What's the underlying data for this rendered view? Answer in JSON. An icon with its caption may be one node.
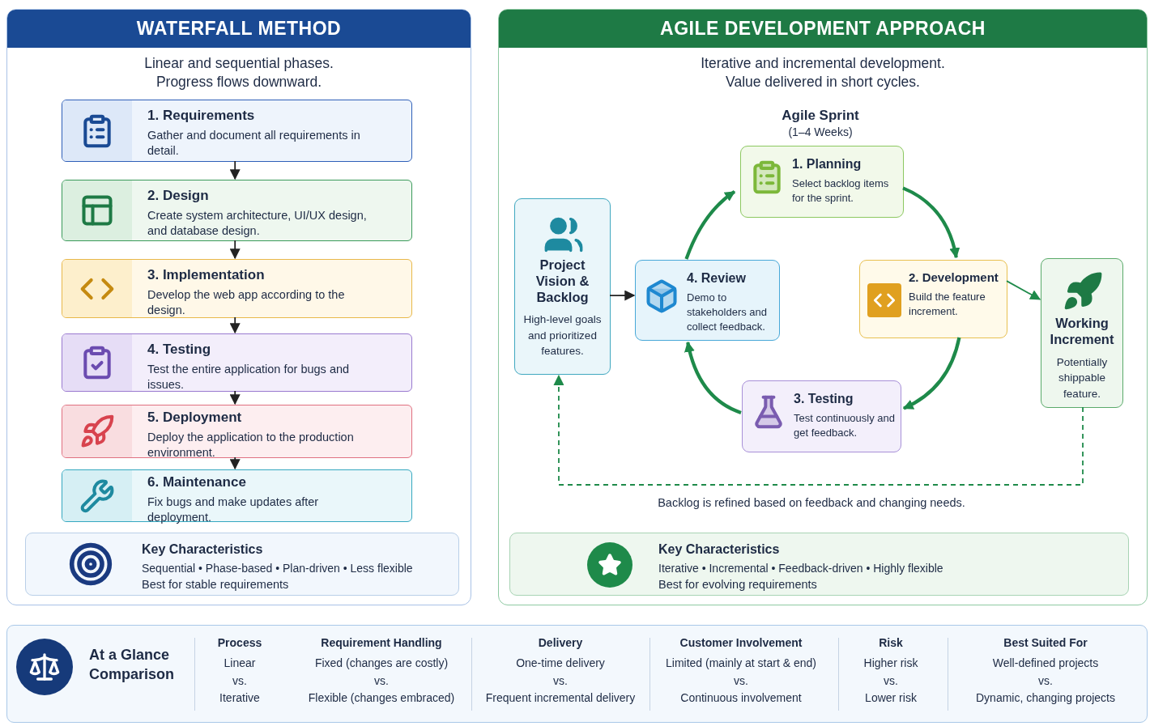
{
  "diagram": {
    "nodes": [
      {
        "text": [
          "WATERFALL METHOD",
          "Linear and sequential phases. Progress flows downward."
        ]
      },
      {
        "text": [
          "1. Requirements",
          "Gather and document all requirements in detail."
        ],
        "in": 0
      },
      {
        "text": [
          "2. Design",
          "Create system architecture, UI/UX design, and database design."
        ],
        "in": 0
      },
      {
        "text": [
          "3. Implementation",
          "Develop the web app according to the design."
        ],
        "in": 0
      },
      {
        "text": [
          "4. Testing",
          "Test the entire application for bugs and issues."
        ],
        "in": 0
      },
      {
        "text": [
          "5. Deployment",
          "Deploy the application to the production environment."
        ],
        "in": 0
      },
      {
        "text": [
          "6. Maintenance",
          "Fix bugs and make updates after deployment."
        ],
        "in": 0
      },
      {
        "text": [
          "Key Characteristics",
          "Sequential • Phase-based • Plan-driven • Less flexible",
          "Best for stable requirements"
        ],
        "in": 0
      },
      {
        "text": [
          "AGILE DEVELOPMENT APPROACH",
          "Iterative and incremental development. Value delivered in short cycles."
        ]
      },
      {
        "text": [
          "Project Vision & Backlog",
          "High-level goals and prioritized features."
        ],
        "in": 8
      },
      {
        "text": [
          "1. Planning",
          "Select backlog items for the sprint."
        ],
        "in": 8
      },
      {
        "text": [
          "2. Development",
          "Build the feature increment."
        ],
        "in": 8
      },
      {
        "text": [
          "3. Testing",
          "Test continuously and get feedback."
        ],
        "in": 8
      },
      {
        "text": [
          "4. Review",
          "Demo to stakeholders and collect feedback."
        ],
        "in": 8
      },
      {
        "text": [
          "Working Increment",
          "Potentially shippable feature."
        ],
        "in": 8
      },
      {
        "text": [
          "Key Characteristics",
          "Iterative • Incremental • Feedback-driven • Highly flexible",
          "Best for evolving requirements"
        ],
        "in": 8
      },
      {
        "text": [
          "At a Glance Comparison"
        ]
      }
    ],
    "edges": [
      {
        "from": 1,
        "to": 2,
        "arrow": "to"
      },
      {
        "from": 2,
        "to": 3,
        "arrow": "to"
      },
      {
        "from": 3,
        "to": 4,
        "arrow": "to"
      },
      {
        "from": 4,
        "to": 5,
        "arrow": "to"
      },
      {
        "from": 5,
        "to": 6,
        "arrow": "to"
      },
      {
        "from": 13,
        "to": 10,
        "arrow": "to",
        "style": "thick",
        "color": "#1e8a4a"
      },
      {
        "from": 10,
        "to": 11,
        "arrow": "to",
        "style": "thick",
        "color": "#1e8a4a"
      },
      {
        "from": 11,
        "to": 12,
        "arrow": "to",
        "style": "thick",
        "color": "#1e8a4a"
      },
      {
        "from": 12,
        "to": 13,
        "arrow": "to",
        "style": "thick",
        "color": "#1e8a4a"
      },
      {
        "from": 9,
        "to": 13,
        "arrow": "to"
      },
      {
        "from": 11,
        "to": 14,
        "arrow": "to",
        "color": "#1e8a4a"
      },
      {
        "from": 14,
        "to": 9,
        "arrow": "to",
        "style": "dashed",
        "color": "#1e8a4a",
        "label": "Backlog is refined based on feedback and changing needs."
      }
    ],
    "labels": [
      "Agile Sprint",
      "(1–4 Weeks)",
      "Process",
      "Requirement Handling",
      "Delivery",
      "Customer Involvement",
      "Risk",
      "Best Suited For",
      "Linear",
      "Fixed (changes are costly)",
      "One-time delivery",
      "Limited (mainly at start & end)",
      "Higher risk",
      "Well-defined projects",
      "vs.",
      "vs.",
      "vs.",
      "vs.",
      "vs.",
      "vs.",
      "Iterative",
      "Flexible (changes embraced)",
      "Frequent incremental delivery",
      "Continuous involvement",
      "Lower risk",
      "Dynamic, changing projects"
    ]
  }
}
